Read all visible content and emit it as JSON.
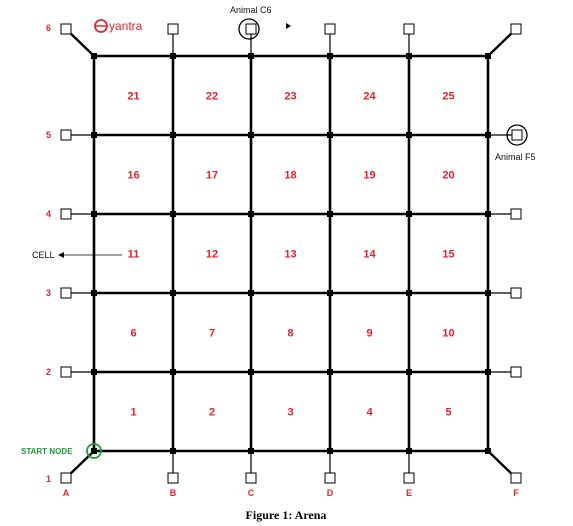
{
  "logo": {
    "text": "yantra",
    "icon": "e-logo-icon",
    "color": "#e2222e"
  },
  "columns": [
    "A",
    "B",
    "C",
    "D",
    "E",
    "F"
  ],
  "rows": [
    "1",
    "2",
    "3",
    "4",
    "5",
    "6"
  ],
  "cells": [
    [
      "21",
      "22",
      "23",
      "24",
      "25"
    ],
    [
      "16",
      "17",
      "18",
      "19",
      "20"
    ],
    [
      "11",
      "12",
      "13",
      "14",
      "15"
    ],
    [
      "6",
      "7",
      "8",
      "9",
      "10"
    ],
    [
      "1",
      "2",
      "3",
      "4",
      "5"
    ]
  ],
  "annotations": {
    "animal_top": "Animal C6",
    "animal_right": "Animal F5",
    "cell": "CELL",
    "start_node": "START NODE"
  },
  "caption": "Figure 1: Arena",
  "colors": {
    "label_red": "#e2222e",
    "start_green": "#1f9a3a",
    "line": "#000000"
  }
}
